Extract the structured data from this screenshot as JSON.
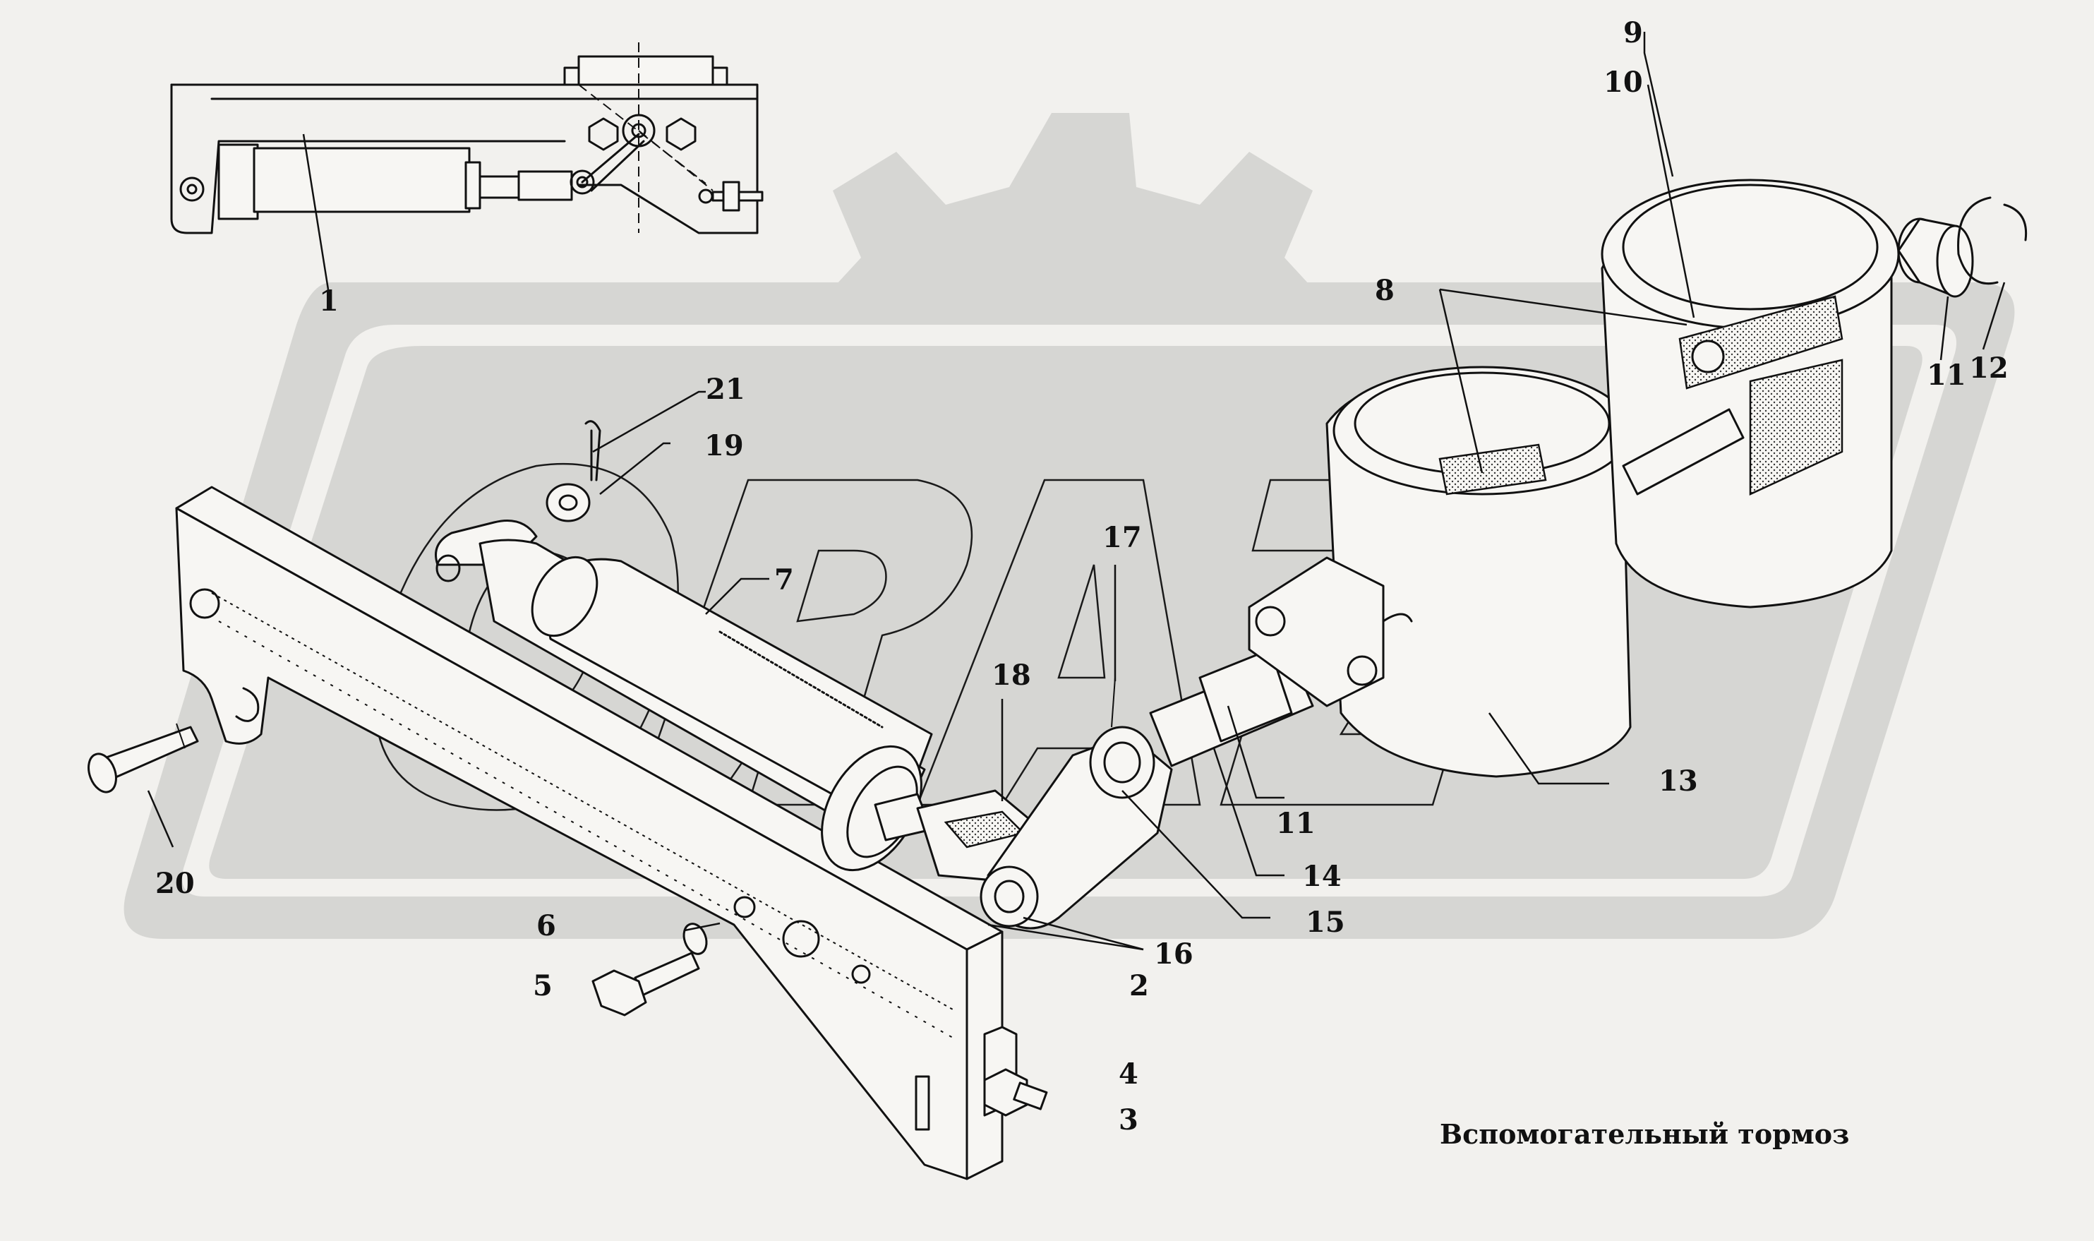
{
  "caption": "Вспомогательный тормоз",
  "callouts": {
    "c1": "1",
    "c2": "2",
    "c3": "3",
    "c4": "4",
    "c5": "5",
    "c6": "6",
    "c7": "7",
    "c8": "8",
    "c9": "9",
    "c10": "10",
    "c11a": "11",
    "c11b": "11",
    "c12": "12",
    "c13": "13",
    "c14": "14",
    "c15": "15",
    "c16": "16",
    "c17": "17",
    "c18": "18",
    "c19": "19",
    "c20": "20",
    "c21": "21"
  },
  "colors": {
    "background": "#f2f1ee",
    "watermark": "#d6d6d3",
    "ink": "#111111"
  }
}
